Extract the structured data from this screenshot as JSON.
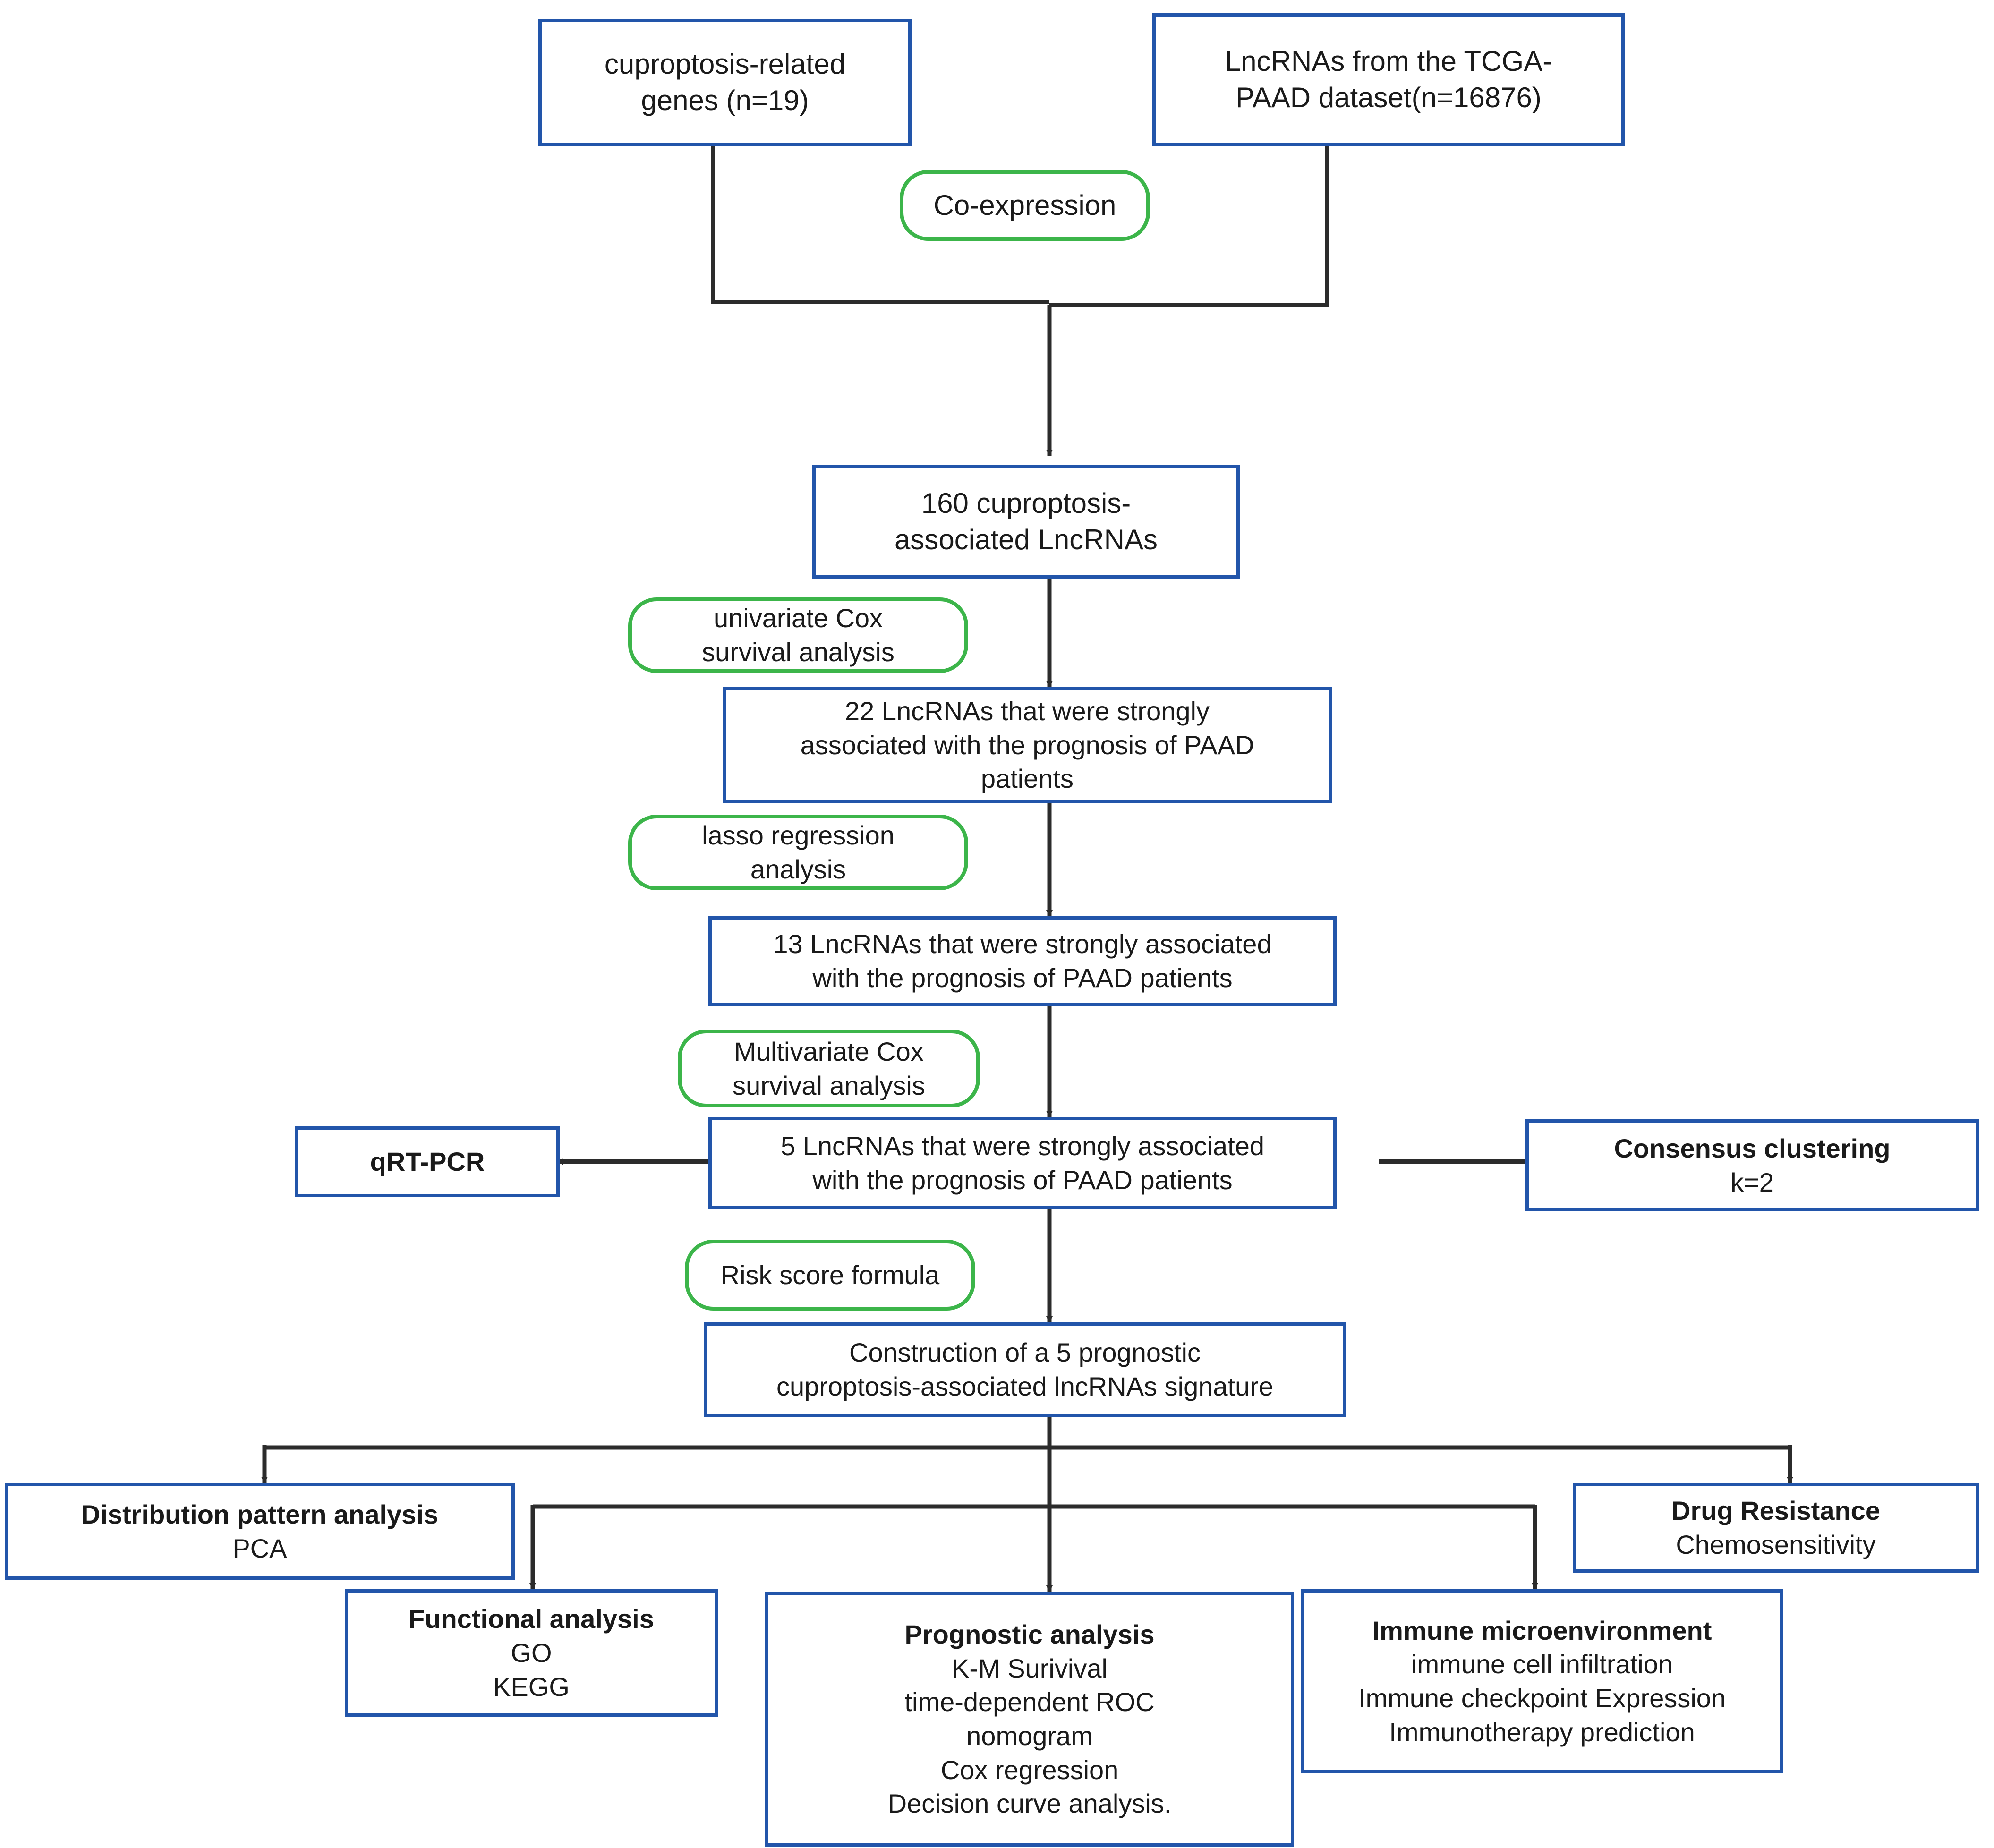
{
  "diagram": {
    "title": "Cuproptosis-associated lncRNA signature study workflow",
    "colors": {
      "process_border": "#2255aa",
      "method_border": "#3cb54a",
      "edge": "#2b2b2b",
      "text": "#1a1a1a",
      "background": "#ffffff"
    },
    "nodes": [
      {
        "id": "cuproptosis-genes",
        "kind": "process",
        "lines": [
          "cuproptosis-related",
          "genes  (n=19)"
        ]
      },
      {
        "id": "tcga-lncrnas",
        "kind": "process",
        "lines": [
          "LncRNAs from the TCGA-",
          "PAAD dataset(n=16876)"
        ]
      },
      {
        "id": "co-expression",
        "kind": "method",
        "lines": [
          "Co-expression"
        ]
      },
      {
        "id": "lncrnas-160",
        "kind": "process",
        "lines": [
          "160 cuproptosis-",
          "associated LncRNAs"
        ]
      },
      {
        "id": "univariate-cox",
        "kind": "method",
        "lines": [
          "univariate Cox",
          "survival analysis"
        ]
      },
      {
        "id": "lncrnas-22",
        "kind": "process",
        "lines": [
          "22 LncRNAs that were strongly",
          "associated with the prognosis of PAAD",
          "patients"
        ]
      },
      {
        "id": "lasso-regression",
        "kind": "method",
        "lines": [
          "lasso regression",
          "analysis"
        ]
      },
      {
        "id": "lncrnas-13",
        "kind": "process",
        "lines": [
          "13 LncRNAs that were strongly associated",
          "with the prognosis of PAAD patients"
        ]
      },
      {
        "id": "multivariate-cox",
        "kind": "method",
        "lines": [
          "Multivariate Cox",
          "survival analysis"
        ]
      },
      {
        "id": "qrt-pcr",
        "kind": "process",
        "lines": [
          "qRT-PCR"
        ]
      },
      {
        "id": "lncrnas-5",
        "kind": "process",
        "lines": [
          "5 LncRNAs that were strongly associated",
          "with the prognosis of PAAD patients"
        ]
      },
      {
        "id": "consensus-clustering",
        "kind": "process",
        "lines": [
          "Consensus clustering",
          "k=2"
        ]
      },
      {
        "id": "risk-score-formula",
        "kind": "method",
        "lines": [
          "Risk score formula"
        ]
      },
      {
        "id": "signature-construction",
        "kind": "process",
        "lines": [
          "Construction of a 5 prognostic",
          "cuproptosis-associated lncRNAs signature"
        ]
      },
      {
        "id": "distribution-pattern",
        "kind": "process",
        "lines": [
          "Distribution pattern analysis",
          "PCA"
        ]
      },
      {
        "id": "functional-analysis",
        "kind": "process",
        "lines": [
          "Functional analysis",
          "GO",
          "KEGG"
        ]
      },
      {
        "id": "prognostic-analysis",
        "kind": "process",
        "lines": [
          "Prognostic analysis",
          "K-M Surivival",
          "time-dependent ROC",
          "nomogram",
          "Cox regression",
          "Decision curve analysis."
        ]
      },
      {
        "id": "immune-microenvironment",
        "kind": "process",
        "lines": [
          "Immune microenvironment",
          "immune cell infiltration",
          "Immune checkpoint Expression",
          "Immunotherapy prediction"
        ]
      },
      {
        "id": "drug-resistance",
        "kind": "process",
        "lines": [
          "Drug Resistance",
          "Chemosensitivity"
        ]
      }
    ]
  }
}
